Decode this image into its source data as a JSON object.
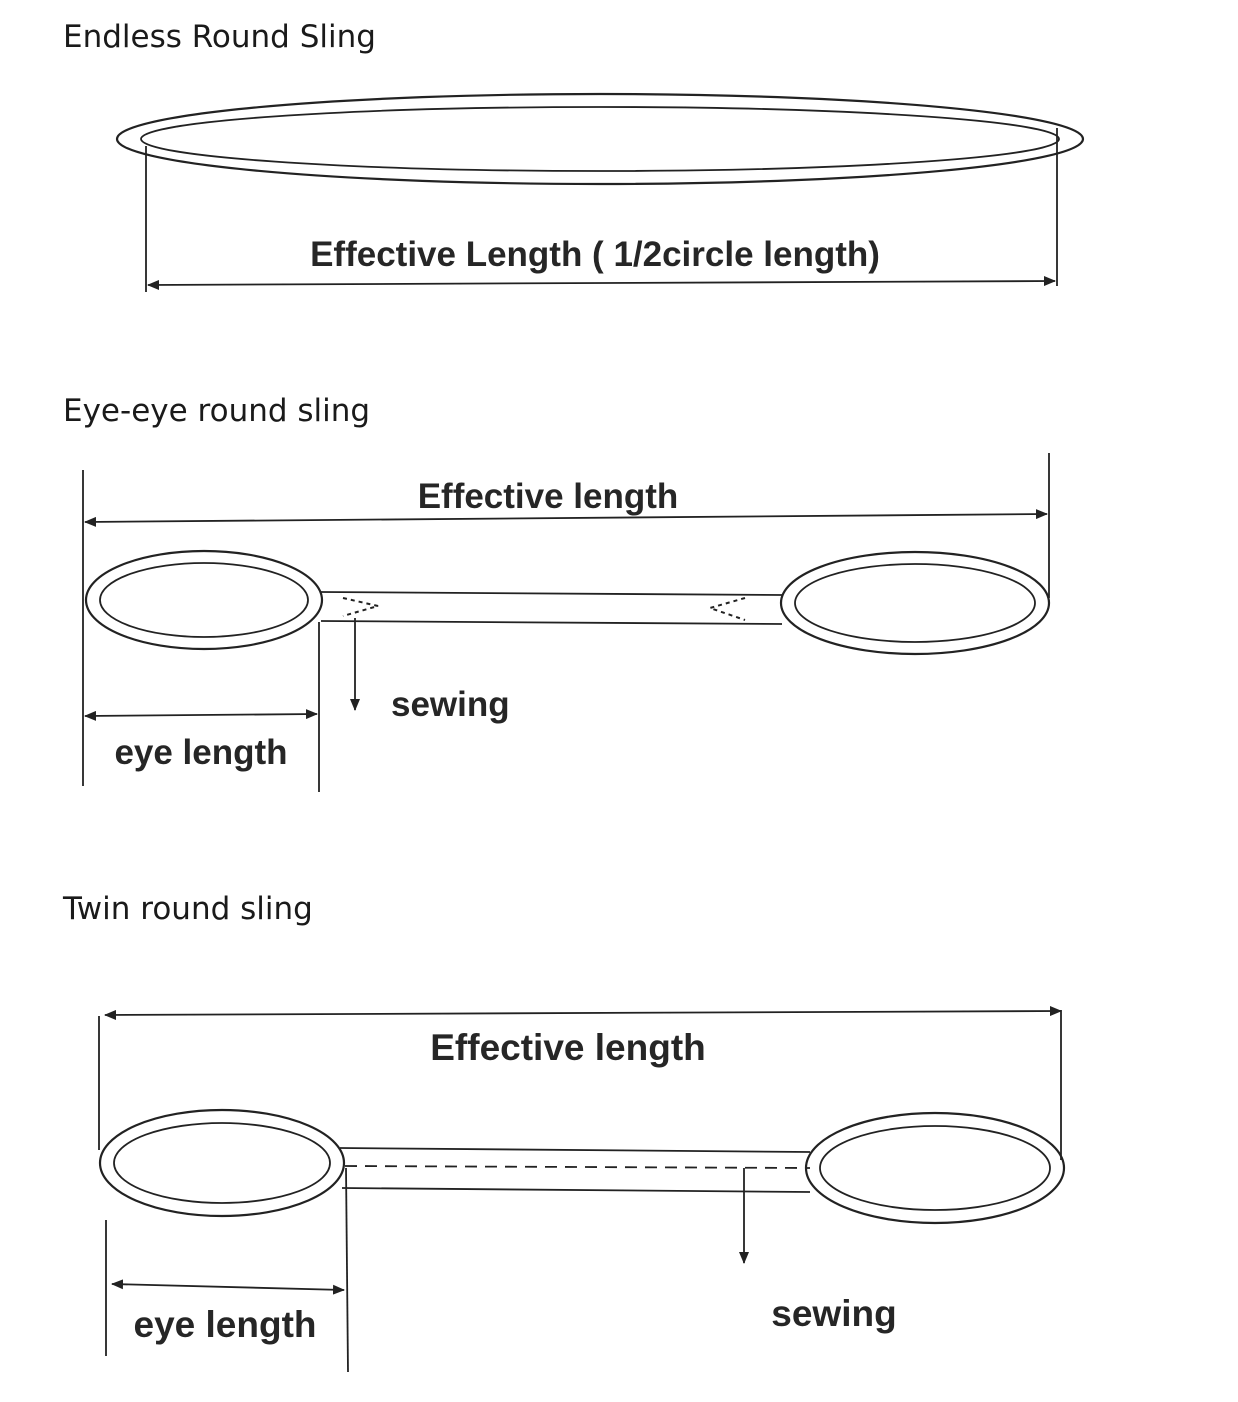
{
  "sections": [
    {
      "heading": "Endless Round Sling",
      "labels": {
        "effective_length": "Effective Length ( 1/2circle length)"
      }
    },
    {
      "heading": "Eye-eye round sling",
      "labels": {
        "effective_length": "Effective length",
        "sewing": "sewing",
        "eye_length": "eye length"
      }
    },
    {
      "heading": "Twin round sling",
      "labels": {
        "effective_length": "Effective length",
        "sewing": "sewing",
        "eye_length": "eye length"
      }
    }
  ]
}
